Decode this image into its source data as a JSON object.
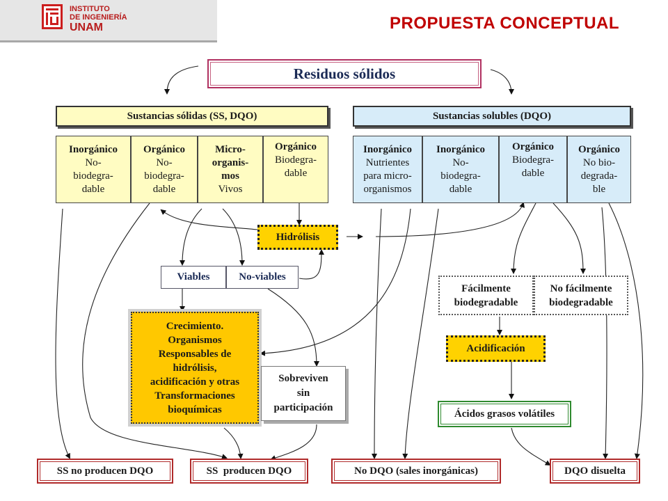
{
  "logo": {
    "lines": [
      "INSTITUTO",
      "DE INGENIERÍA",
      "UNAM"
    ]
  },
  "slide_title": "PROPUESTA CONCEPTUAL",
  "top": "Residuos sólidos",
  "headers": {
    "solid": "Sustancias sólidas (SS, DQO)",
    "soluble": "Sustancias solubles (DQO)"
  },
  "solid_cells": [
    {
      "title": "Inorgánico",
      "lines": [
        "No-",
        "biodegra-",
        "dable"
      ]
    },
    {
      "title": "Orgánico",
      "lines": [
        "No-",
        "biodegra-",
        "dable"
      ]
    },
    {
      "title": "Micro-",
      "lines": [
        "organis-",
        "mos",
        "Vivos"
      ]
    },
    {
      "title": "Orgánico",
      "lines": [
        "Biodegra-",
        "dable"
      ]
    }
  ],
  "soluble_cells": [
    {
      "title": "Inorgánico",
      "lines": [
        "Nutrientes",
        "para micro-",
        "organismos"
      ]
    },
    {
      "title": "Inorgánico",
      "lines": [
        "No-",
        "biodegra-",
        "dable"
      ]
    },
    {
      "title": "Orgánico",
      "lines": [
        "Biodegra-",
        "dable"
      ]
    },
    {
      "title": "Orgánico",
      "lines": [
        "No bio-",
        "degrada-",
        "ble"
      ]
    }
  ],
  "hidrolisis": "Hidrólisis",
  "viables": "Viables",
  "no_viables": "No-viables",
  "facil": [
    "Fácilmente",
    "biodegradable"
  ],
  "no_facil": [
    "No fácilmente",
    "biodegradable"
  ],
  "acidificacion": "Acidificación",
  "crecimiento": [
    "Crecimiento.",
    "Organismos",
    "Responsables de",
    "hidrólisis,",
    "acidificación y otras",
    "Transformaciones",
    "bioquímicas"
  ],
  "sobreviven": [
    "Sobreviven",
    "sin",
    "participación"
  ],
  "acidos": "Ácidos grasos volátiles",
  "bottom": [
    "SS no producen DQO",
    "SS  producen DQO",
    "No DQO (sales inorgánicas)",
    "DQO disuelta"
  ]
}
